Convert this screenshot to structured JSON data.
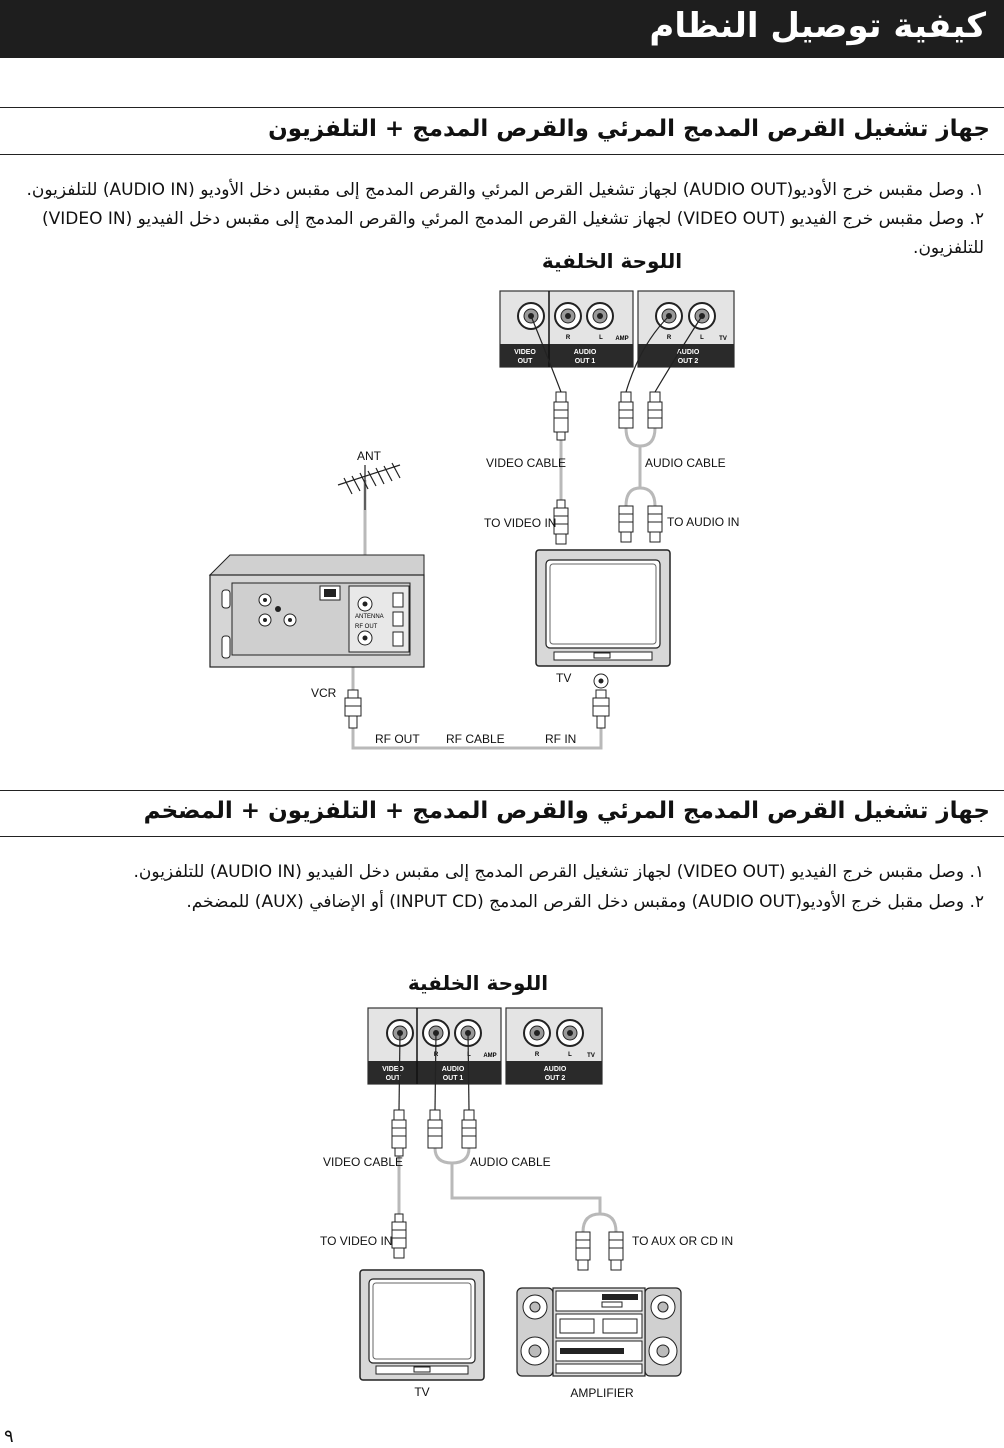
{
  "header": {
    "title": "كيفية توصيل النظام"
  },
  "page_number": "٩",
  "section1": {
    "title": "جهاز تشغيل القرص المدمج المرئي والقرص المدمج + التلفزيون",
    "instructions": [
      "١. وصل مقبس خرج الأوديو(AUDIO OUT) لجهاز تشغيل القرص المرئي والقرص المدمج إلى مقبس دخل الأوديو (AUDIO IN) للتلفزيون.",
      "٢. وصل مقبس خرج الفيديو (VIDEO OUT) لجهاز تشغيل القرص المدمج المرئي والقرص المدمج إلى مقبس دخل الفيديو (VIDEO IN)",
      "للتلفزيون."
    ],
    "diagram": {
      "panel_title": "اللوحة الخلفية",
      "panel_labels": {
        "video_out": [
          "VIDEO",
          "OUT"
        ],
        "audio_out_1": [
          "AUDIO",
          "OUT  1"
        ],
        "audio_out_2": [
          "AUDIO",
          "OUT  2"
        ],
        "r": "R",
        "l": "L",
        "amp": "AMP",
        "tv_tag": "TV"
      },
      "labels": {
        "video_cable": "VIDEO CABLE",
        "audio_cable": "AUDIO CABLE",
        "to_video_in": "TO VIDEO IN",
        "to_audio_in": "TO AUDIO IN",
        "ant": "ANT",
        "vcr": "VCR",
        "tv": "TV",
        "rf_out": "RF OUT",
        "rf_cable": "RF CABLE",
        "rf_in": "RF  IN",
        "antenna": "ANTENNA",
        "rf_out_small": "RF OUT"
      }
    }
  },
  "section2": {
    "title": "جهاز تشغيل القرص المدمج المرئي والقرص المدمج + التلفزيون + المضخم",
    "instructions": [
      "١. وصل مقبس خرج الفيديو (VIDEO OUT) لجهاز تشغيل القرص المدمج إلى مقبس دخل الفيديو (AUDIO IN) للتلفزيون.",
      "٢. وصل مقبل خرج الأوديو(AUDIO OUT) ومقبس دخل القرص المدمج (INPUT CD) أو الإضافي (AUX) للمضخم."
    ],
    "diagram": {
      "panel_title": "اللوحة الخلفية",
      "panel_labels": {
        "video_out": [
          "VIDEO",
          "OUT"
        ],
        "audio_out_1": [
          "AUDIO",
          "OUT  1"
        ],
        "audio_out_2": [
          "AUDIO",
          "OUT  2"
        ],
        "r": "R",
        "l": "L",
        "amp": "AMP",
        "tv_tag": "TV"
      },
      "labels": {
        "video_cable": "VIDEO CABLE",
        "audio_cable": "AUDIO CABLE",
        "to_video_in": "TO VIDEO IN",
        "to_aux_or_cd_in": "TO AUX OR CD IN",
        "tv": "TV",
        "amplifier": "AMPLIFIER"
      }
    }
  },
  "colors": {
    "header_bg": "#1e1e1e",
    "cable": "#b9b9b9",
    "panel_bar": "#2a2a2a"
  }
}
